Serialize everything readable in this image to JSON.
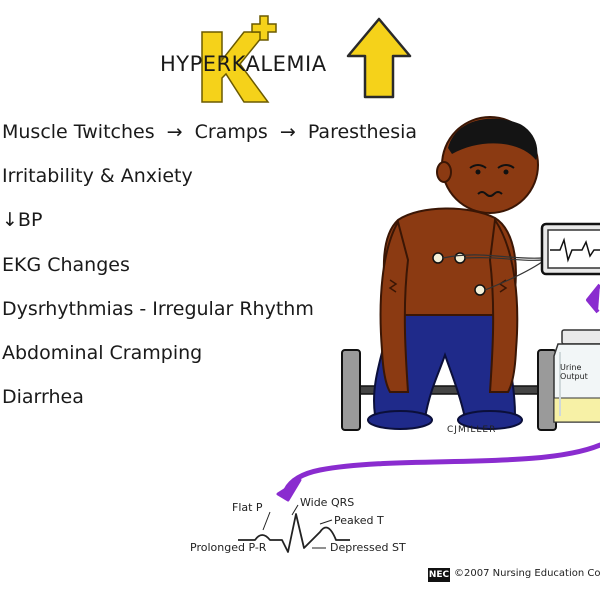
{
  "title": {
    "main": "HYPERKALEMIA",
    "symbol_letter": "K",
    "symbol_charge": "+",
    "arrow": "up-arrow",
    "accent_color": "#f5d21a"
  },
  "symptoms": [
    {
      "label": "Muscle Twitches",
      "arrow": "→",
      "label2": "Cramps",
      "arrow2": "→",
      "label3": "Paresthesia"
    },
    {
      "label": "Irritability & Anxiety"
    },
    {
      "label": "↓BP"
    },
    {
      "label": "EKG Changes"
    },
    {
      "label": "Dysrhythmias - Irregular Rhythm"
    },
    {
      "label": "Abdominal Cramping"
    },
    {
      "label": "Diarrhea"
    }
  ],
  "illustration": {
    "signature": "CJMILLER",
    "jar_label": "Urine Output",
    "arrow_color": "#8a2ccf"
  },
  "ekg": {
    "flat_p": "Flat P",
    "wide_qrs": "Wide QRS",
    "peaked_t": "Peaked T",
    "prolonged_pr": "Prolonged P-R",
    "depressed_st": "Depressed ST"
  },
  "footer": {
    "logo": "NEC",
    "copyright": "©2007 Nursing Education Co"
  }
}
